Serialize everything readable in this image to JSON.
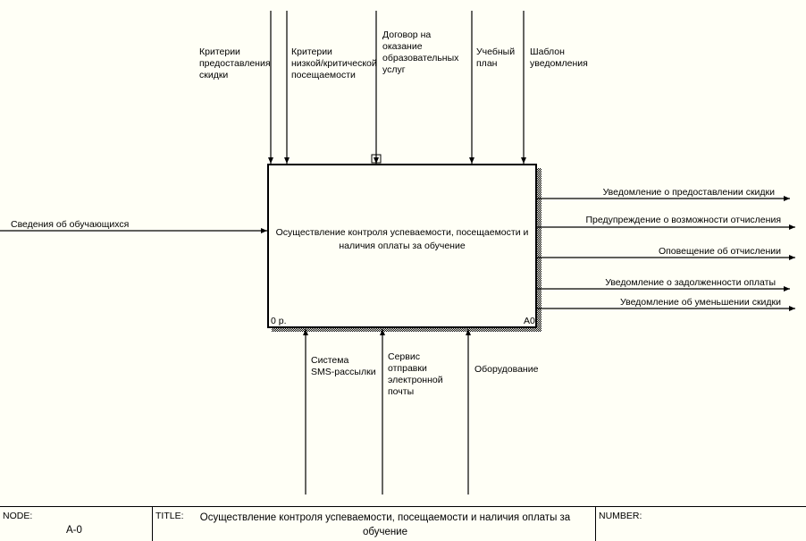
{
  "diagram": {
    "activity_box": {
      "title": "Осуществление контроля успеваемости, посещаемости и наличия оплаты за обучение",
      "cost": "0 р.",
      "node_number": "A0"
    },
    "inputs": [
      {
        "label": "Сведения об обучающихся"
      }
    ],
    "controls": [
      {
        "label": "Критерии\nпредоставления\nскидки"
      },
      {
        "label": "Критерии\nнизкой/критической\nпосещаемости"
      },
      {
        "label": "Договор на\nоказание\nобразовательных\nуслуг"
      },
      {
        "label": "Учебный\nплан"
      },
      {
        "label": "Шаблон\nуведомления"
      }
    ],
    "outputs": [
      {
        "label": "Уведомление о предоставлении скидки"
      },
      {
        "label": "Предупреждение о возможности отчисления"
      },
      {
        "label": "Оповещение об отчислении"
      },
      {
        "label": "Уведомление о задолженности оплаты"
      },
      {
        "label": "Уведомление об уменьшении скидки"
      }
    ],
    "mechanisms": [
      {
        "label": "Система\nSMS-рассылки"
      },
      {
        "label": "Сервис\nотправки\nэлектронной\nпочты"
      },
      {
        "label": "Оборудование"
      }
    ]
  },
  "footer": {
    "node_label": "NODE:",
    "node_value": "A-0",
    "title_label": "TITLE:",
    "title_value": "Осуществление контроля успеваемости, посещаемости и наличия оплаты за обучение",
    "number_label": "NUMBER:"
  }
}
